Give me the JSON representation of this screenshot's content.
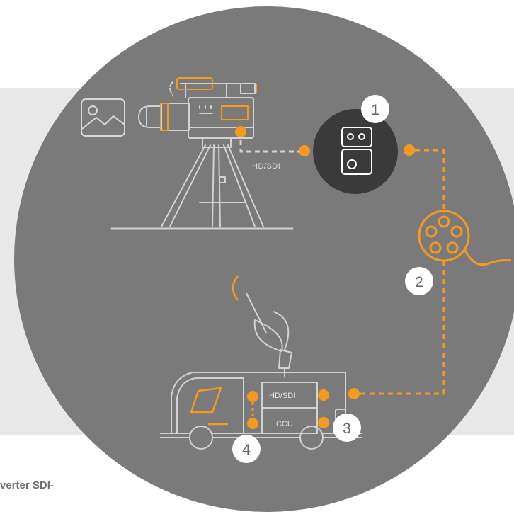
{
  "diagram": {
    "colors": {
      "band": "#e8e8e8",
      "circle": "#7a7a7a",
      "line_art": "#d2d2d2",
      "accent": "#f59a1f",
      "converter_bg": "#3a3a3a",
      "badge_bg": "#ffffff",
      "badge_text": "#666666"
    },
    "labels": {
      "camera_signal": "HD/SDI",
      "van_panel_top": "HD/SDI",
      "van_panel_bottom": "CCU"
    },
    "steps": [
      "1",
      "2",
      "3",
      "4"
    ],
    "caption": "verter SDI-"
  }
}
